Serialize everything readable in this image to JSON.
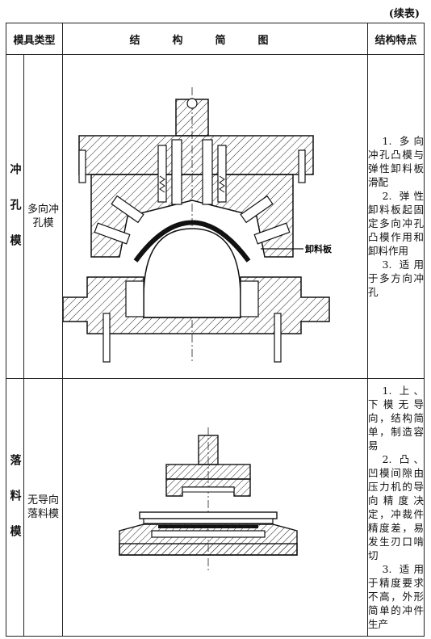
{
  "continued": "(续表)",
  "header": {
    "col_type": "模具类型",
    "col_diagram": "结构简图",
    "col_features": "结构特点"
  },
  "rows": [
    {
      "category": "冲孔模",
      "type": "多向冲孔模",
      "label_callout": "卸料板",
      "features": [
        "1. 多向冲孔凸模与弹性卸料板滑配",
        "2. 弹性卸料板起固定多向冲孔凸模作用和卸料作用",
        "3. 适用于多方向冲孔"
      ]
    },
    {
      "category": "落料模",
      "type": "无导向落料模",
      "features": [
        "1. 上、下模无导向，结构简单，制造容易",
        "2. 凸、凹模间隙由压力机的导向精度决定，冲裁件精度差，易发生刃口啃切",
        "3. 适用于精度要求不高，外形简单的冲件生产"
      ]
    }
  ]
}
